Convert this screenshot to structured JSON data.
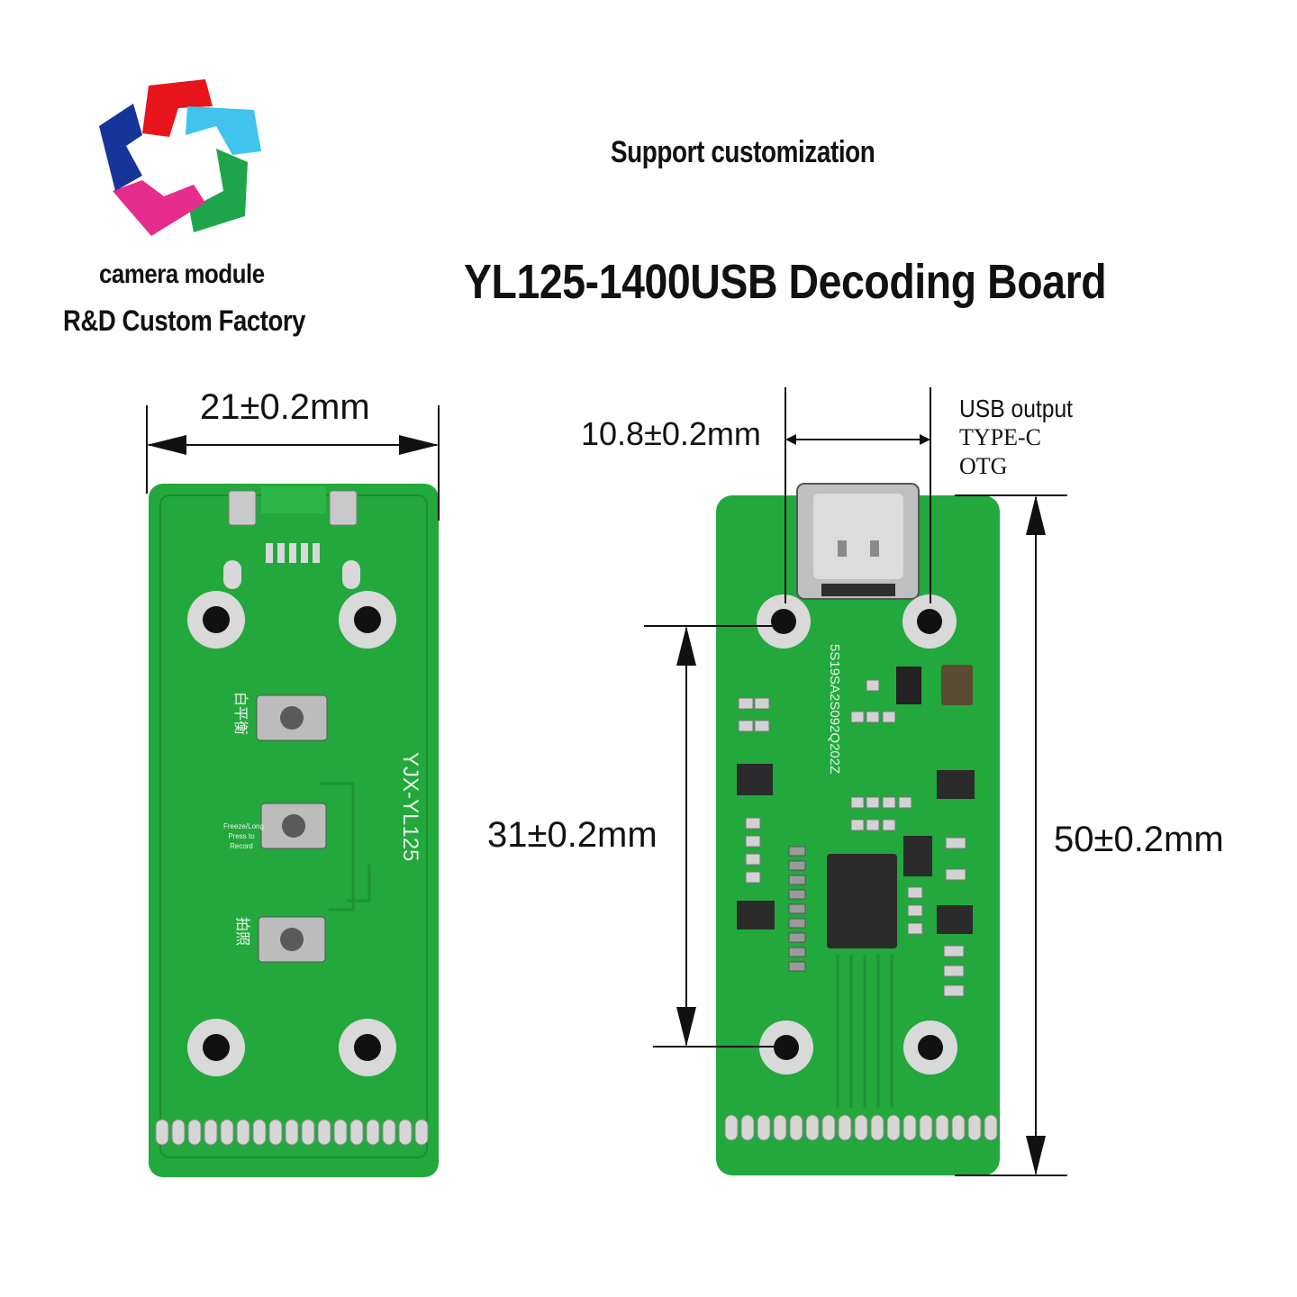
{
  "logo": {
    "icon": "pinwheel-logo-icon",
    "colors": [
      "#e8141c",
      "#40c3ef",
      "#1ea54a",
      "#e62c8c",
      "#16359a"
    ]
  },
  "company": {
    "line1": "camera module",
    "line2": "R&D Custom Factory"
  },
  "header": {
    "subtitle": "Support customization",
    "title": "YL125-1400USB Decoding Board"
  },
  "dimensions": {
    "width": "21±0.2mm",
    "usb_width": "10.8±0.2mm",
    "hole_spacing": "31±0.2mm",
    "length": "50±0.2mm"
  },
  "usb_note": {
    "line1": "USB output",
    "line2": "TYPE-C",
    "line3": "OTG"
  },
  "board_front": {
    "silkscreen": "YJX-YL125",
    "button_labels": [
      "白平衡",
      "Freeze/Long Press to Record",
      "拍照"
    ],
    "pcb_color": "#22a83c"
  },
  "board_back": {
    "silkscreen": "5S19SA2S092Q202Z",
    "pcb_color": "#22a83c"
  }
}
